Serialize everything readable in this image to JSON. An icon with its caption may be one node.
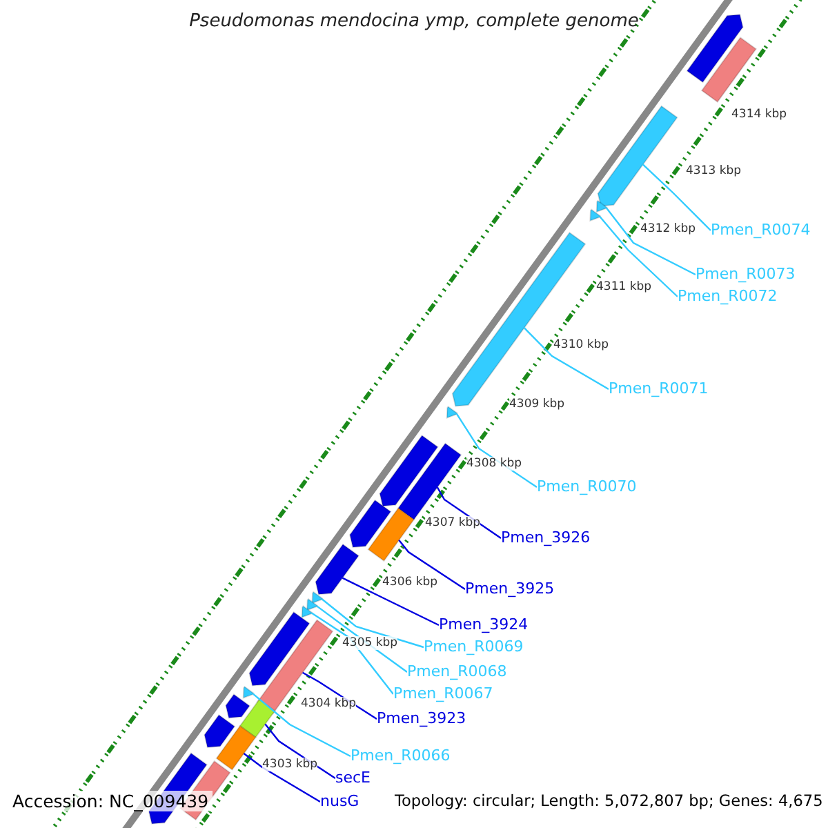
{
  "diagram": {
    "title": "Pseudomonas mendocina ymp, complete genome",
    "nodes": [
      {
        "text": [
          "Pmen_R0074"
        ]
      },
      {
        "text": [
          "Pmen_R0073"
        ]
      },
      {
        "text": [
          "Pmen_R0072"
        ]
      },
      {
        "text": [
          "Pmen_R0071"
        ]
      },
      {
        "text": [
          "Pmen_R0070"
        ]
      },
      {
        "text": [
          "Pmen_3926"
        ]
      },
      {
        "text": [
          "Pmen_3925"
        ]
      },
      {
        "text": [
          "Pmen_3924"
        ]
      },
      {
        "text": [
          "Pmen_R0069"
        ]
      },
      {
        "text": [
          "Pmen_R0068"
        ]
      },
      {
        "text": [
          "Pmen_R0067"
        ]
      },
      {
        "text": [
          "Pmen_3923"
        ]
      },
      {
        "text": [
          "Pmen_R0066"
        ]
      },
      {
        "text": [
          "secE"
        ]
      },
      {
        "text": [
          "nusG"
        ]
      },
      {
        "text": [],
        "shape": "arrow"
      },
      {
        "text": [],
        "shape": "arrow"
      },
      {
        "text": [],
        "shape": "arrow"
      },
      {
        "text": [],
        "shape": "arrow"
      },
      {
        "text": [],
        "shape": "arrow"
      },
      {
        "text": [],
        "shape": "bar"
      },
      {
        "text": [],
        "shape": "bar"
      },
      {
        "text": [],
        "shape": "arrow"
      },
      {
        "text": [],
        "shape": "arrow"
      },
      {
        "text": [],
        "shape": "arrow"
      },
      {
        "text": [],
        "shape": "arrow"
      },
      {
        "text": [],
        "shape": "bar"
      },
      {
        "text": [],
        "shape": "arrow"
      },
      {
        "text": [],
        "shape": "bar"
      },
      {
        "text": [],
        "shape": "bar"
      },
      {
        "text": [],
        "shape": "arrow"
      },
      {
        "text": [],
        "shape": "bar"
      },
      {
        "text": [],
        "shape": "arrow"
      },
      {
        "text": [],
        "shape": "arrow"
      },
      {
        "text": [],
        "shape": "arrow"
      },
      {
        "text": [],
        "shape": "arrow"
      },
      {
        "text": [],
        "shape": "arrow"
      },
      {
        "text": [],
        "shape": "bar"
      },
      {
        "text": [],
        "shape": "arrow"
      }
    ],
    "edges": [
      {
        "from": 0,
        "to": 15,
        "arrow": "none"
      },
      {
        "from": 1,
        "to": 16,
        "arrow": "none"
      },
      {
        "from": 2,
        "to": 17,
        "arrow": "none"
      },
      {
        "from": 3,
        "to": 18,
        "arrow": "none"
      },
      {
        "from": 4,
        "to": 19,
        "arrow": "none"
      },
      {
        "from": 5,
        "to": 20,
        "arrow": "none",
        "color": "#0000e0"
      },
      {
        "from": 6,
        "to": 21,
        "arrow": "none",
        "color": "#0000e0"
      },
      {
        "from": 7,
        "to": 22,
        "arrow": "none",
        "color": "#0000e0"
      },
      {
        "from": 8,
        "to": 23,
        "arrow": "none"
      },
      {
        "from": 9,
        "to": 24,
        "arrow": "none"
      },
      {
        "from": 10,
        "to": 25,
        "arrow": "none"
      },
      {
        "from": 11,
        "to": 26,
        "arrow": "none",
        "color": "#0000e0"
      },
      {
        "from": 12,
        "to": 27,
        "arrow": "none"
      },
      {
        "from": 13,
        "to": 28,
        "arrow": "none",
        "color": "#0000e0"
      },
      {
        "from": 14,
        "to": 29,
        "arrow": "none",
        "color": "#0000e0"
      }
    ],
    "labels": [
      "4314 kbp",
      "4313 kbp",
      "4312 kbp",
      "4311 kbp",
      "4310 kbp",
      "4309 kbp",
      "4308 kbp",
      "4307 kbp",
      "4306 kbp",
      "4305 kbp",
      "4304 kbp",
      "4303 kbp",
      "Accession: NC_009439",
      "Topology: circular; Length: 5,072,807 bp; Genes: 4,675"
    ]
  }
}
